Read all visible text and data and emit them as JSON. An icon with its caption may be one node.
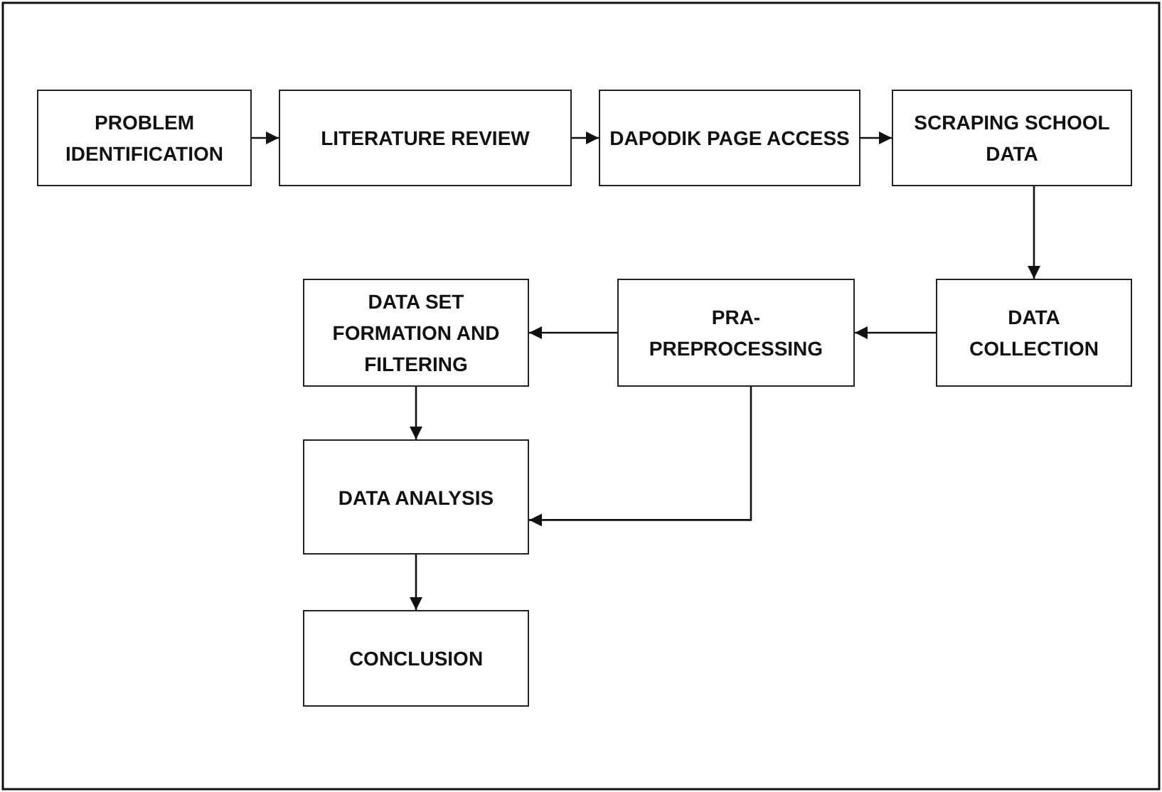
{
  "diagram": {
    "nodes": [
      {
        "text": [
          "PROBLEM IDENTIFICATION"
        ]
      },
      {
        "text": [
          "LITERATURE REVIEW"
        ]
      },
      {
        "text": [
          "DAPODIK PAGE ACCESS"
        ]
      },
      {
        "text": [
          "SCRAPING SCHOOL DATA"
        ]
      },
      {
        "text": [
          "DATA COLLECTION"
        ]
      },
      {
        "text": [
          "PRA-PREPROCESSING"
        ]
      },
      {
        "text": [
          "DATA SET FORMATION AND FILTERING"
        ]
      },
      {
        "text": [
          "DATA ANALYSIS"
        ]
      },
      {
        "text": [
          "CONCLUSION"
        ]
      }
    ],
    "edges": [
      {
        "from": 0,
        "to": 1,
        "arrow": "to"
      },
      {
        "from": 1,
        "to": 2,
        "arrow": "to"
      },
      {
        "from": 2,
        "to": 3,
        "arrow": "to"
      },
      {
        "from": 3,
        "to": 4,
        "arrow": "to"
      },
      {
        "from": 4,
        "to": 5,
        "arrow": "to"
      },
      {
        "from": 5,
        "to": 6,
        "arrow": "to"
      },
      {
        "from": 6,
        "to": 7,
        "arrow": "to"
      },
      {
        "from": 5,
        "to": 7,
        "arrow": "to"
      },
      {
        "from": 7,
        "to": 8,
        "arrow": "to"
      }
    ]
  }
}
